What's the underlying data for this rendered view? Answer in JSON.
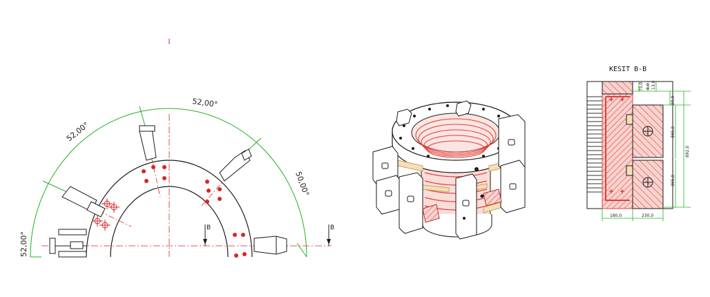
{
  "plan_view": {
    "angles": {
      "a1": "52,00°",
      "a2": "52,00°",
      "a3": "50,00°",
      "a4": "52,00°"
    },
    "section_marks": {
      "left": "B",
      "right": "B"
    }
  },
  "section_view": {
    "title": "KESIT B-B",
    "dims": {
      "d1": "75,0",
      "d2": "8,0",
      "d3": "13,0",
      "d4": "89,0",
      "d5": "365,0",
      "d6": "365,0",
      "d7": "892,0",
      "w1": "180,0",
      "w2": "230,0"
    }
  },
  "colors": {
    "outline": "#1a1a1a",
    "dimension_arc": "#22b022",
    "centerline": "#dd2222",
    "hatch": "#e0403a",
    "fill_light": "#f6c9c4"
  }
}
